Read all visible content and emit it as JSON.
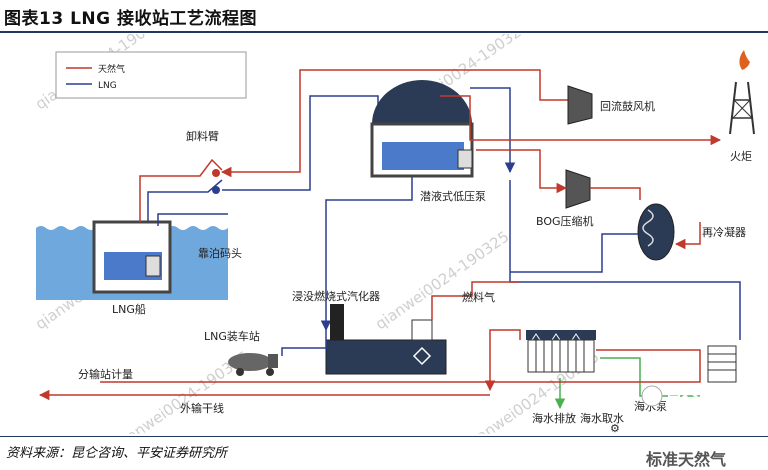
{
  "figure": {
    "title": "图表13    LNG 接收站工艺流程图",
    "source": "资料来源：昆仑咨询、平安证券研究所"
  },
  "legend": {
    "natural_gas": "天然气",
    "lng": "LNG"
  },
  "labels": {
    "unloading_arm": "卸料臂",
    "berth": "靠泊码头",
    "lng_ship": "LNG船",
    "submerged_pump": "潜液式低压泵",
    "return_blower": "回流鼓风机",
    "flare": "火炬",
    "bog_compressor": "BOG压缩机",
    "recondenser": "再冷凝器",
    "scv": "浸没燃烧式汽化器",
    "fuel_gas": "燃料气",
    "truck_station": "LNG装车站",
    "metering": "分输站计量",
    "trunk_line": "外输干线",
    "seawater_discharge": "海水排放",
    "seawater_intake": "海水取水",
    "seawater_pump": "海水泵"
  },
  "watermarks": [
    "qianwei0024-190325",
    "qianwei0024-190325",
    "qianwei0024-190325",
    "qianwei0024-190325",
    "qianwei0024-190325",
    "qianwei0024-190325"
  ],
  "brand": {
    "name1": "昆仑咨询",
    "name2": "标准天然气"
  },
  "colors": {
    "gas_line": "#c0392b",
    "lng_line": "#2c3e8f",
    "water": "#4a90d9",
    "seawater_line": "#4caf50"
  }
}
